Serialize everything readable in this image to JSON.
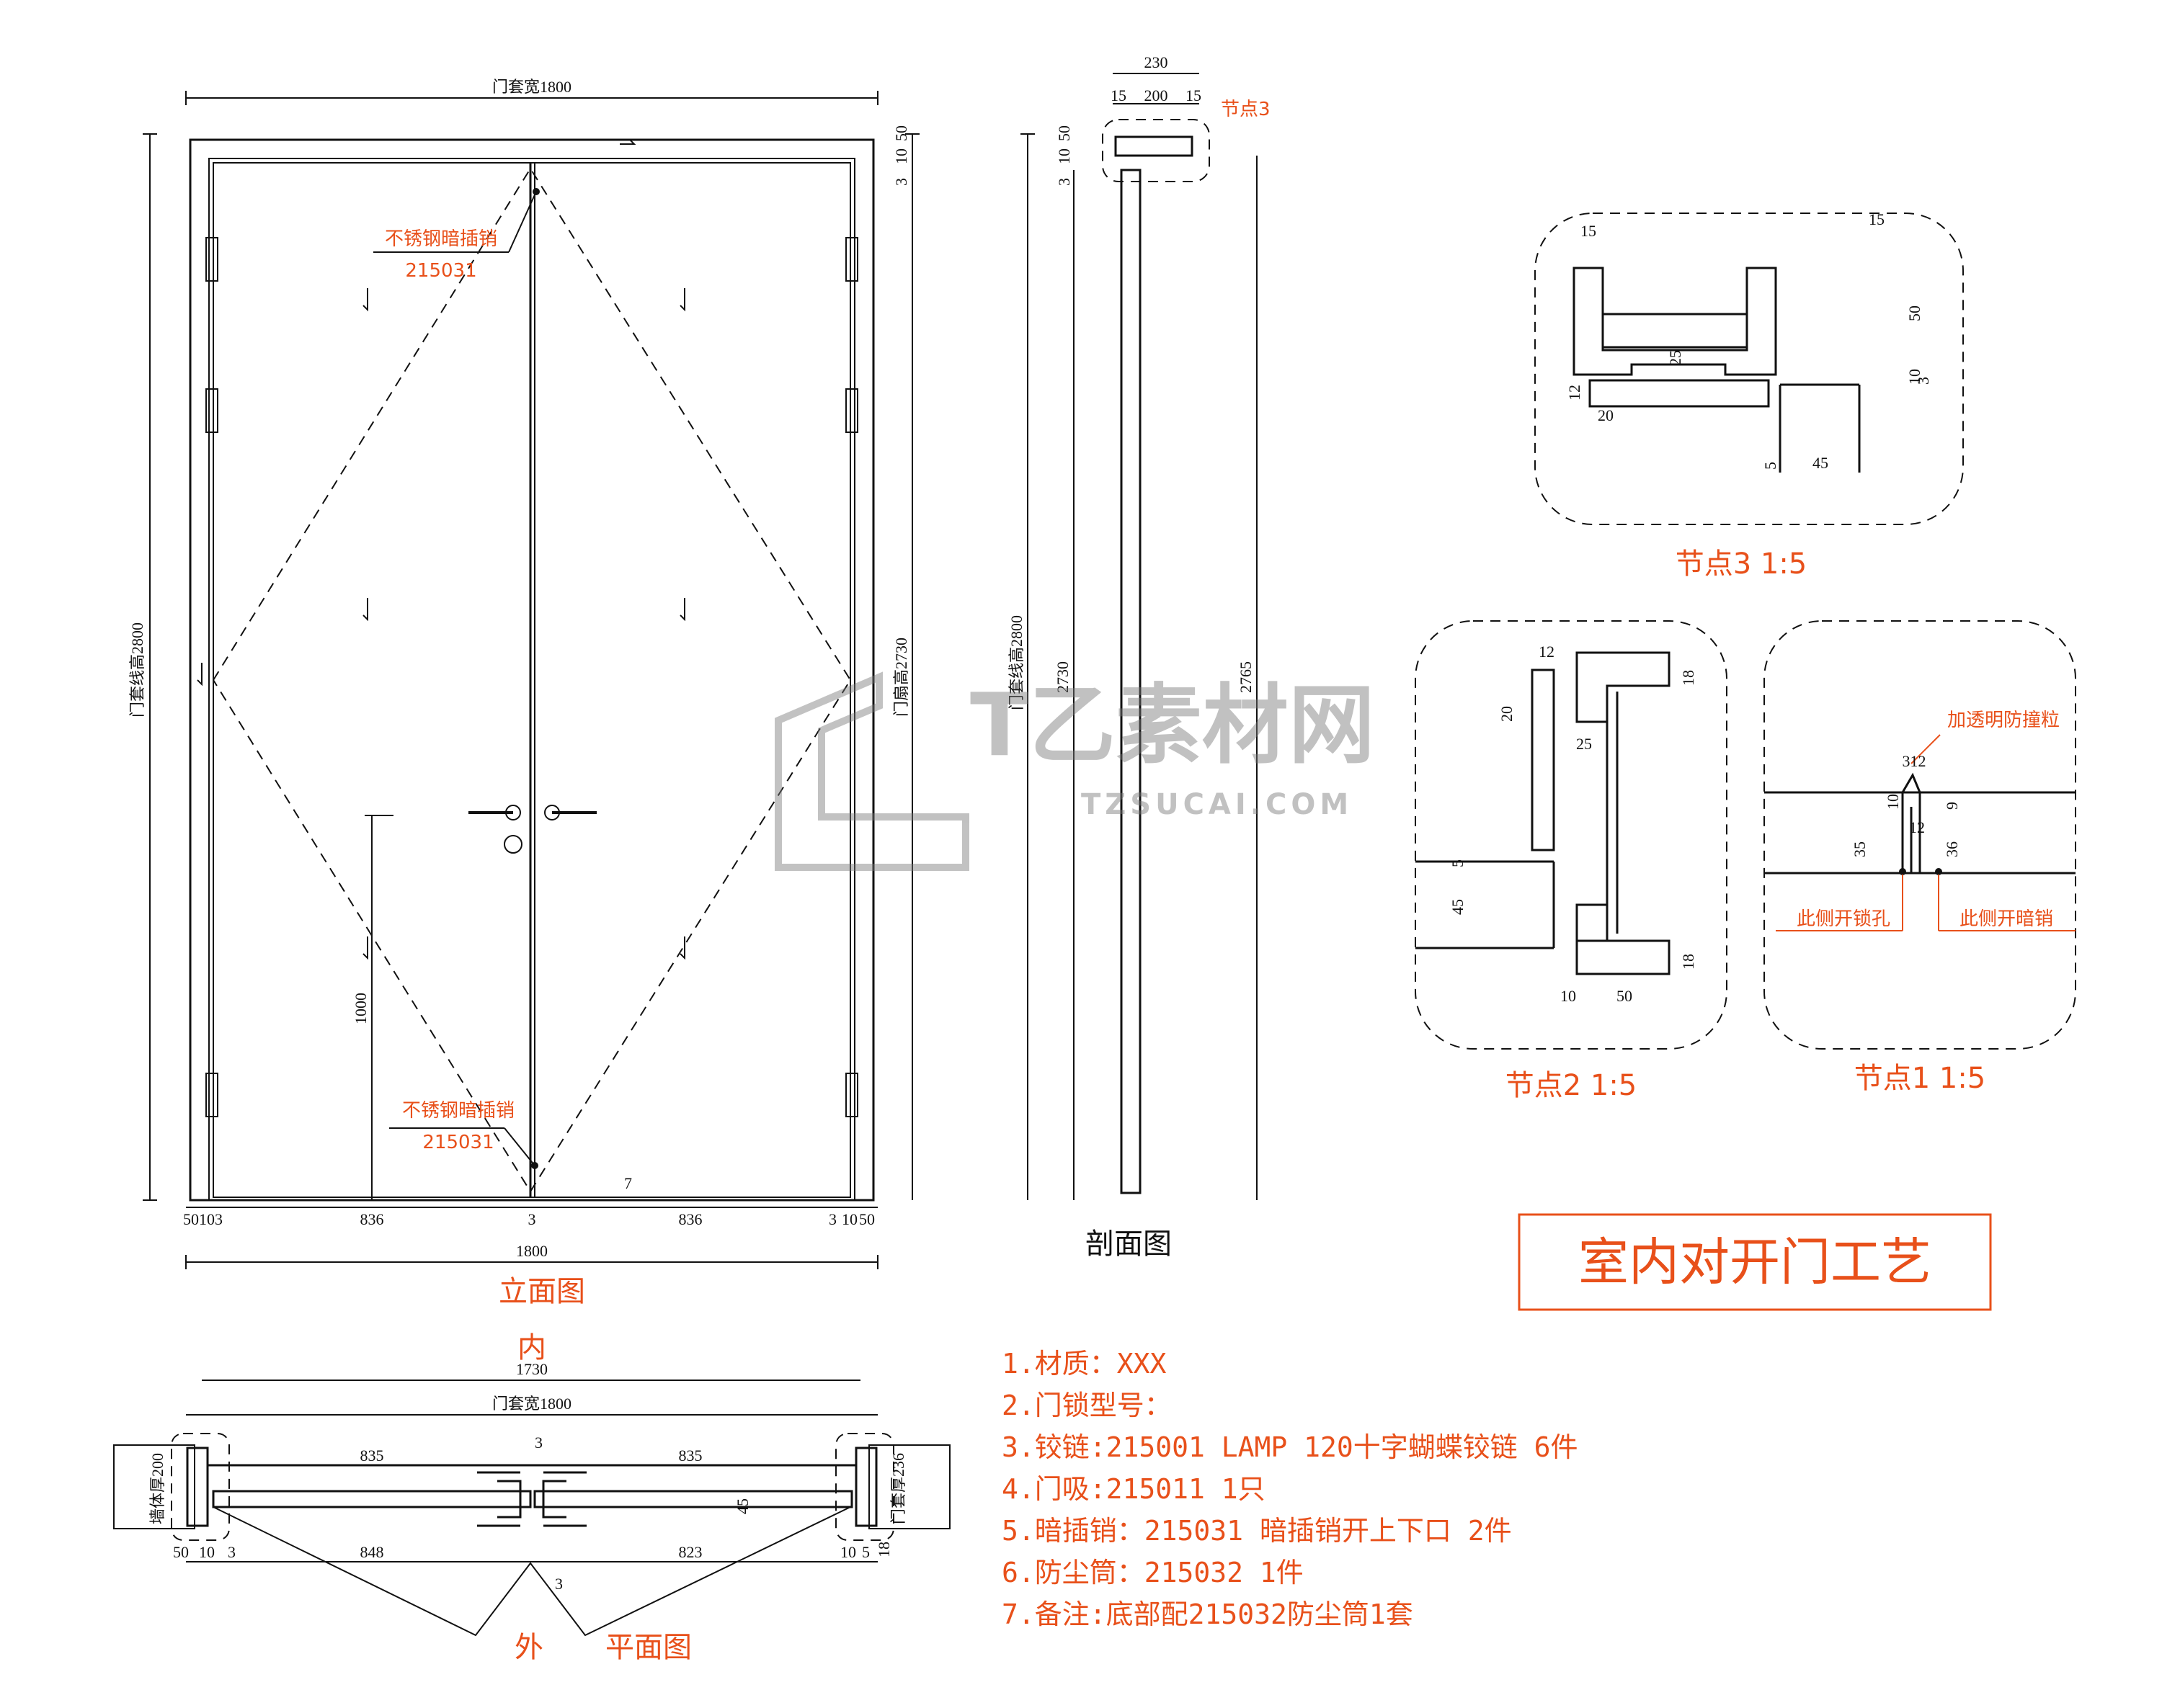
{
  "title": "室内对开门工艺",
  "elevation": {
    "caption": "立面图",
    "frame_width": "门套宽1800",
    "frame_height": "门套线高2800",
    "leaf_height": "门扇高2730",
    "handle_height": "1000",
    "bolt_label": "不锈钢暗插销",
    "bolt_code": "215031",
    "top_dims": [
      "3",
      "10",
      "50"
    ],
    "bottom_dims": [
      "50",
      "10",
      "3",
      "836",
      "3",
      "836",
      "3",
      "10",
      "50"
    ],
    "total": "1800",
    "gap": "7"
  },
  "section": {
    "caption": "剖面图",
    "frame_height": "门套线高2800",
    "h2730": "2730",
    "h2765": "2765",
    "w230": "230",
    "w15a": "15",
    "w200": "200",
    "w15b": "15",
    "node_label": "节点3",
    "top_dims": [
      "3",
      "10",
      "50"
    ]
  },
  "plan": {
    "caption": "平面图",
    "inside": "内",
    "outside": "外",
    "w1730": "1730",
    "frame_width": "门套宽1800",
    "d835a": "835",
    "d835b": "835",
    "d3": "3",
    "d45": "45",
    "wall_left": "墙体厚200",
    "wall_right": "门套厚236",
    "bottom": [
      "50",
      "10",
      "3",
      "848",
      "823",
      "10",
      "5"
    ],
    "d3b": "3",
    "d18": "18"
  },
  "node3": {
    "caption": "节点3  1:5",
    "d15a": "15",
    "d15b": "15",
    "d50": "50",
    "d25": "25",
    "d10": "10",
    "d3": "3",
    "d12": "12",
    "d20": "20",
    "d5": "5",
    "d45": "45"
  },
  "node2": {
    "caption": "节点2  1:5",
    "d12": "12",
    "d18a": "18",
    "d20": "20",
    "d25": "25",
    "d5": "5",
    "d45": "45",
    "d18b": "18",
    "d10": "10",
    "d50": "50"
  },
  "node1": {
    "caption": "节点1  1:5",
    "bumper": "加透明防撞粒",
    "d312": "312",
    "d10": "10",
    "d9": "9",
    "d35": "35",
    "d12": "12",
    "d36": "36",
    "lock_side": "此侧开锁孔",
    "bolt_side": "此侧开暗销"
  },
  "notes": [
    "1.材质：XXX",
    "2.门锁型号：",
    "3.铰链:215001 LAMP 120十字蝴蝶铰链 6件",
    "4.门吸:215011  1只",
    "5.暗插销：215031 暗插销开上下口 2件",
    "6.防尘筒：215032 1件",
    "7.备注:底部配215032防尘筒1套"
  ],
  "watermark": {
    "brand": "T乙素材网",
    "url": "TZSUCAI.COM"
  }
}
